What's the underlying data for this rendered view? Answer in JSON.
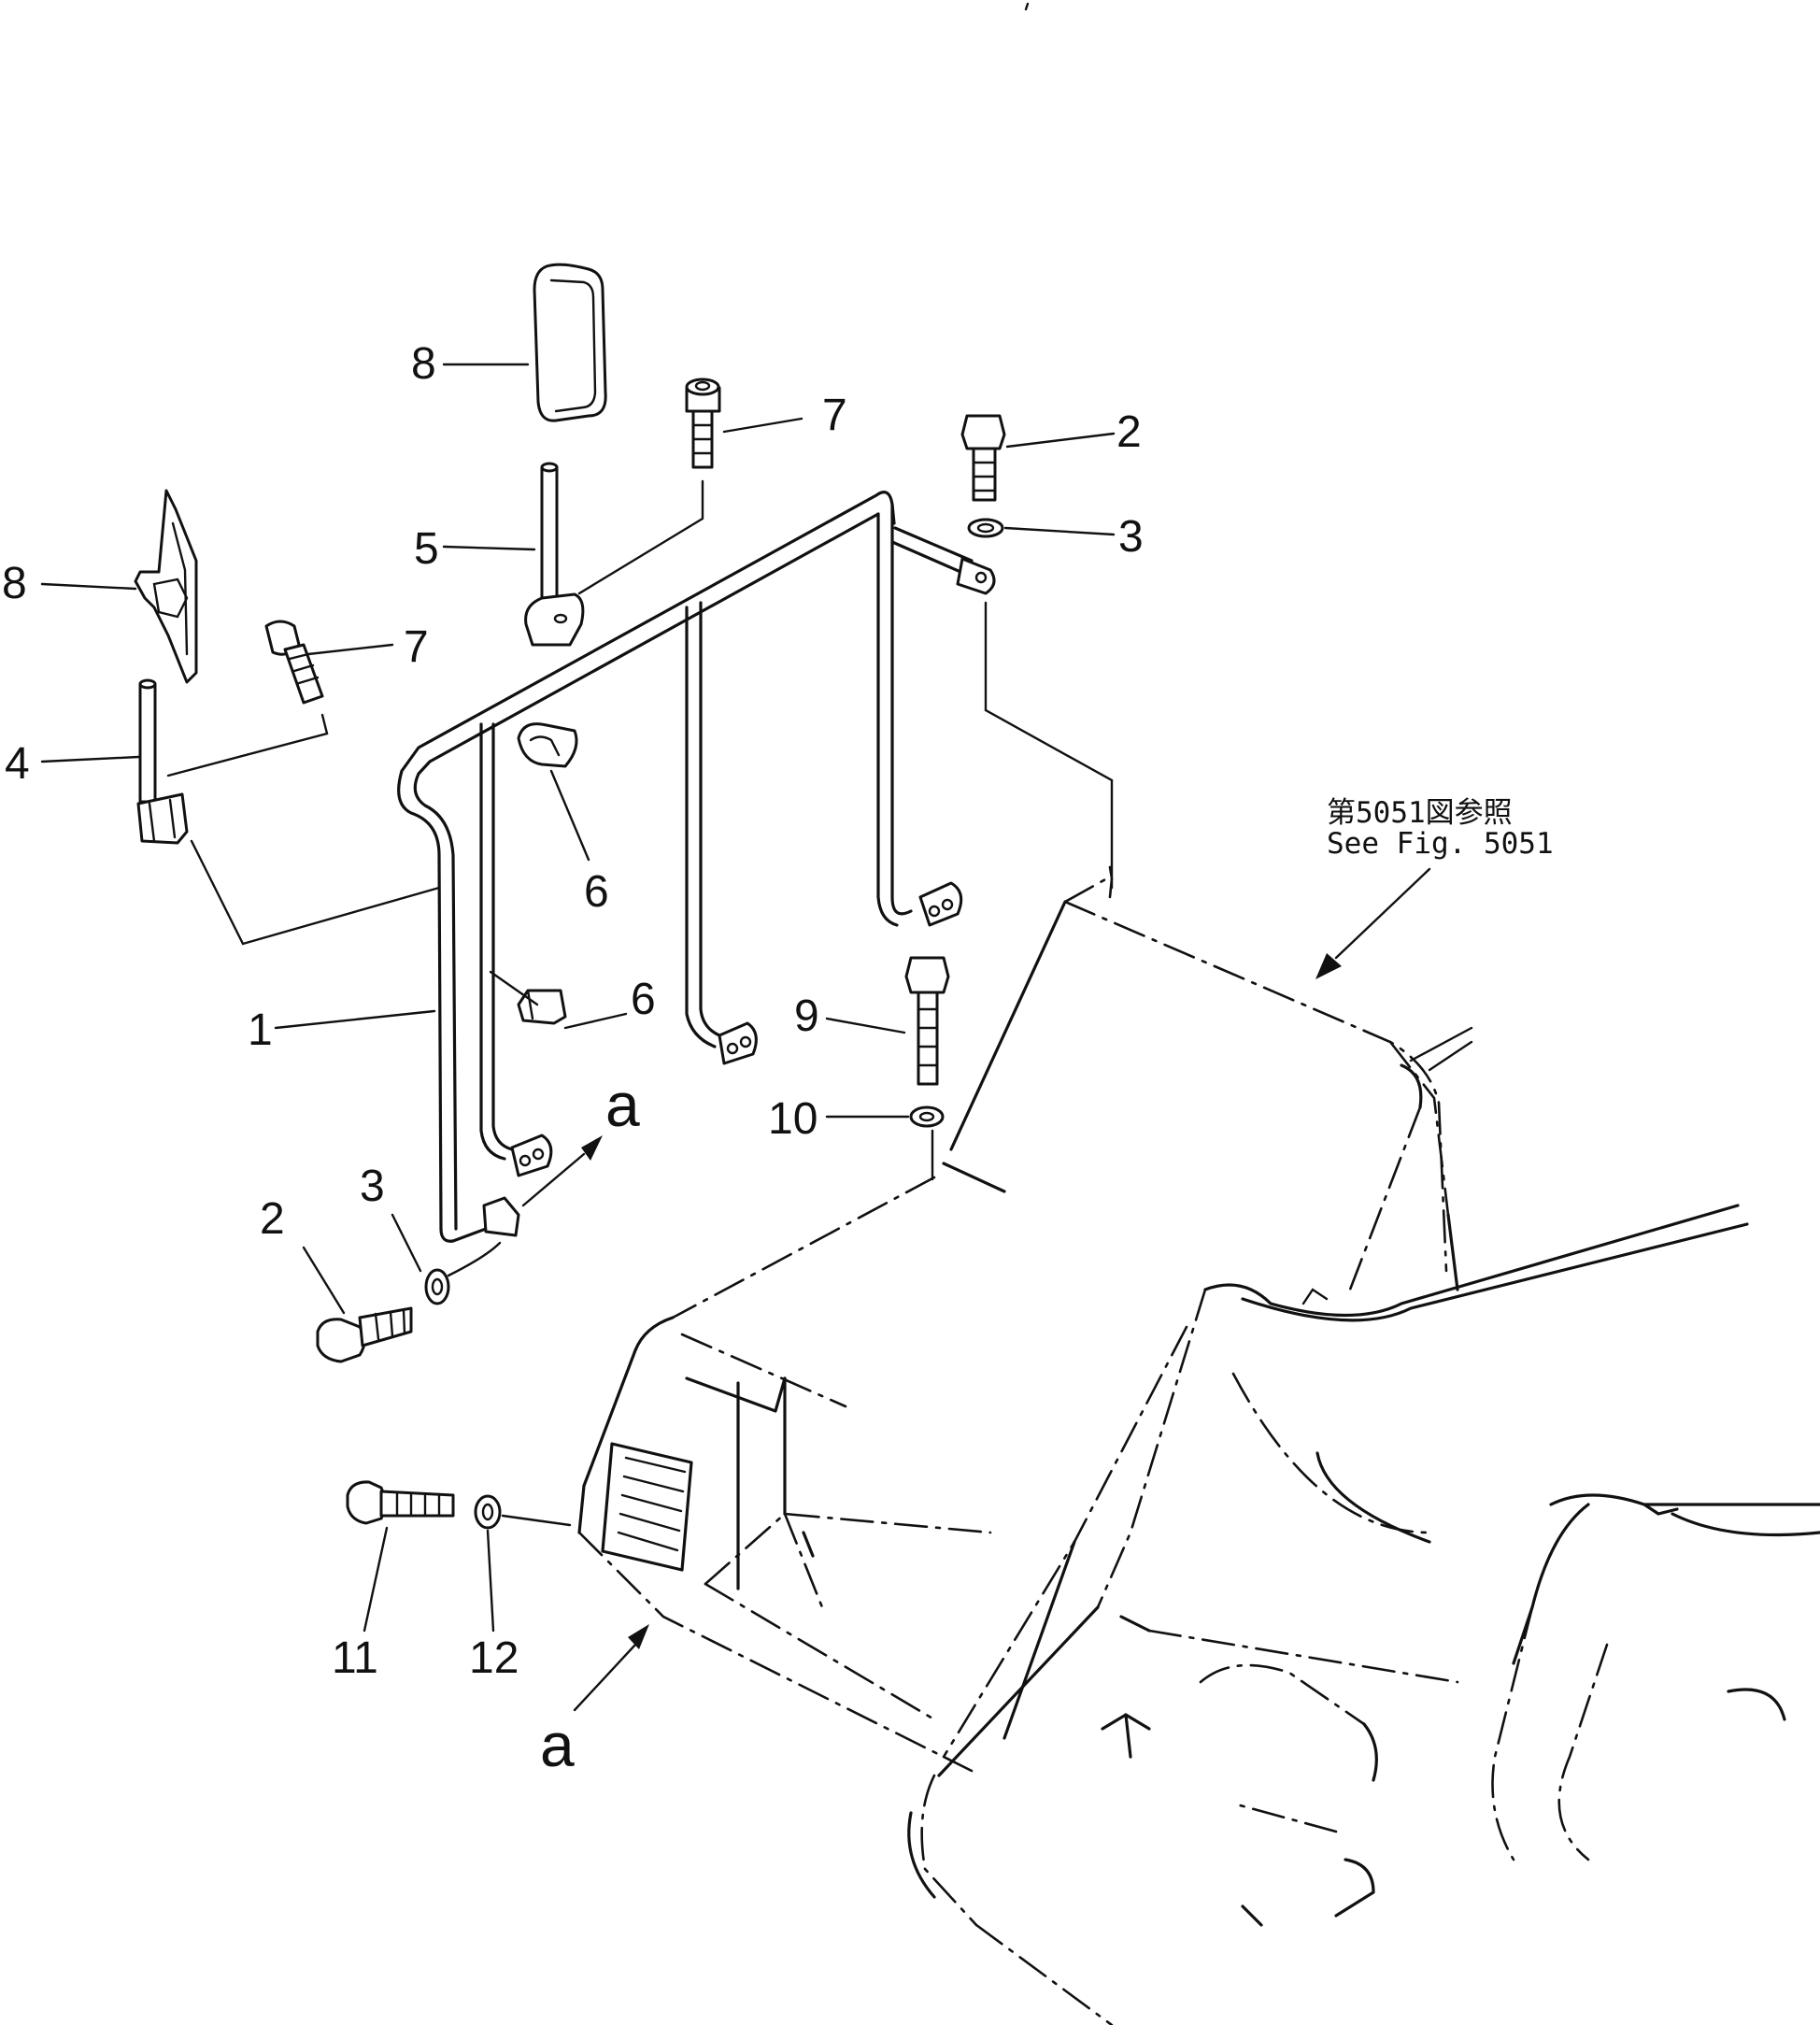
{
  "callouts": {
    "c1": "1",
    "c2_top": "2",
    "c2_bottom": "2",
    "c3_top": "3",
    "c3_bottom": "3",
    "c4": "4",
    "c5": "5",
    "c6_top": "6",
    "c6_bottom": "6",
    "c7_top": "7",
    "c7_left": "7",
    "c8_top": "8",
    "c8_left": "8",
    "c9": "9",
    "c10": "10",
    "c11": "11",
    "c12": "12"
  },
  "view_marks": {
    "a_upper": "a",
    "a_lower": "a"
  },
  "reference": {
    "line_jp": "第5051図参照",
    "line_en": "See Fig. 5051"
  }
}
